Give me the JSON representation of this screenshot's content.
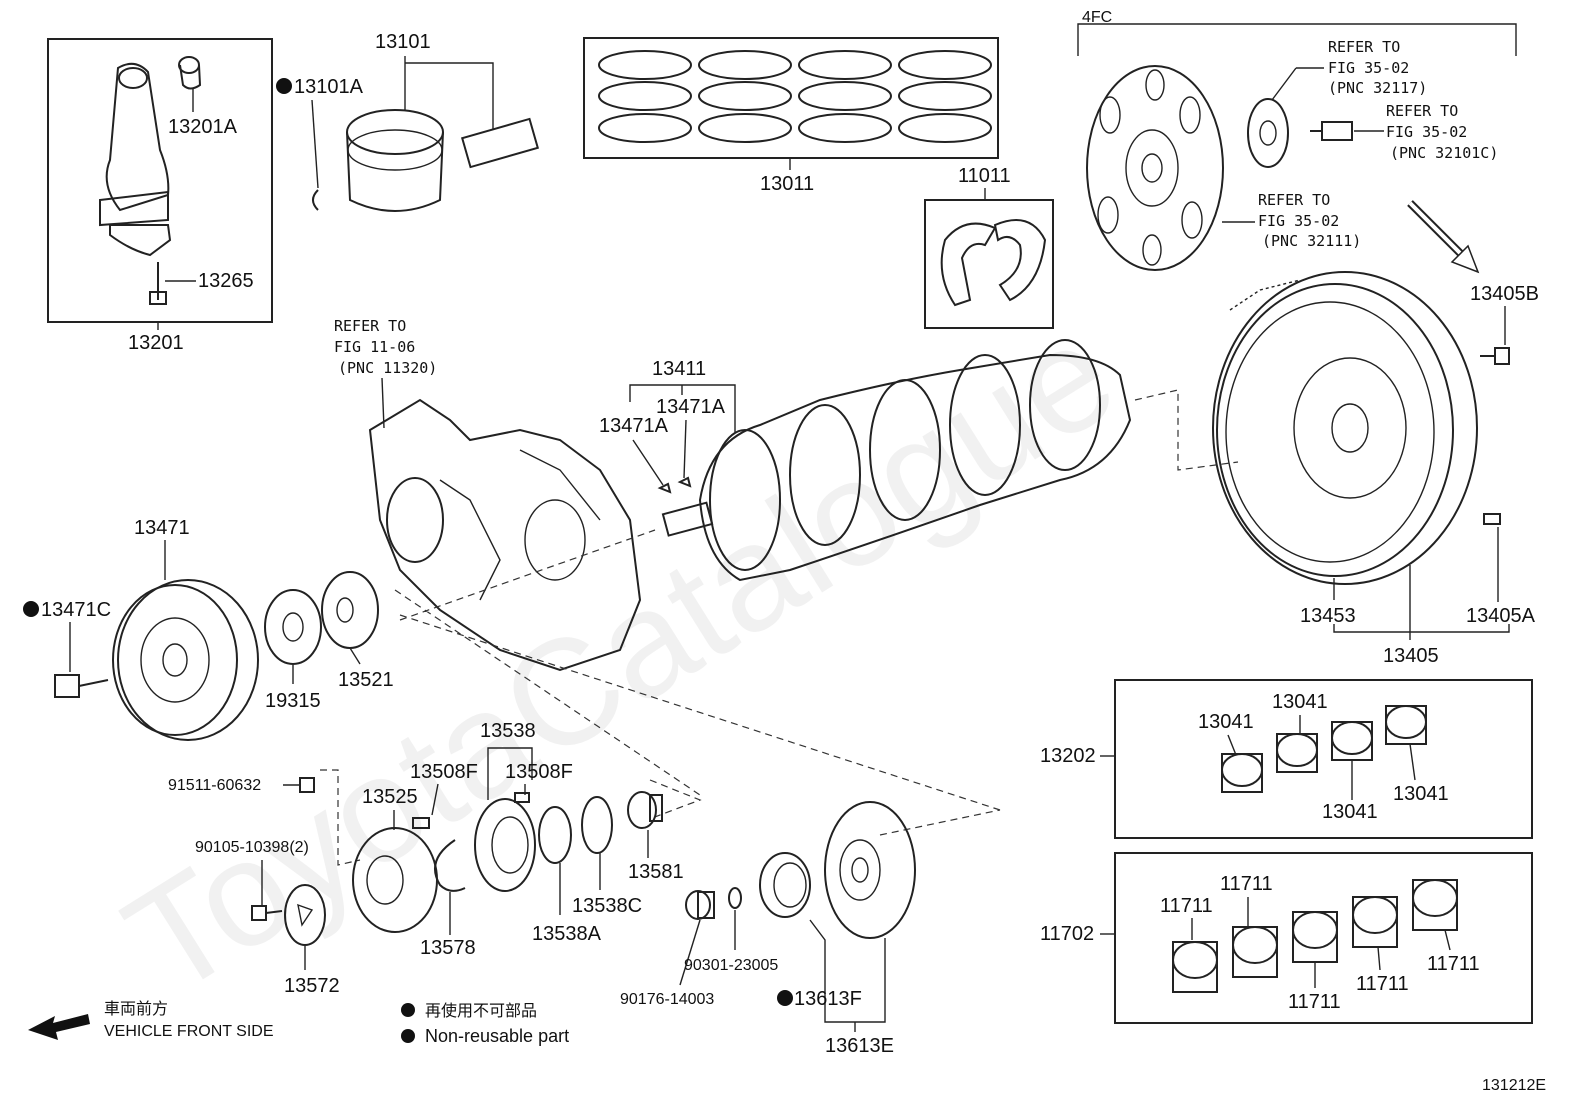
{
  "labels": {
    "p13101": "13101",
    "p13101A": "13101A",
    "p13201A": "13201A",
    "p13265": "13265",
    "p13201": "13201",
    "p13011": "13011",
    "p11011": "11011",
    "group_4fc": "4FC",
    "p13405B": "13405B",
    "p13411": "13411",
    "p13471A_1": "13471A",
    "p13471A_2": "13471A",
    "p13471": "13471",
    "p13471C": "13471C",
    "p19315": "19315",
    "p13521": "13521",
    "p13453": "13453",
    "p13405A": "13405A",
    "p13405": "13405",
    "p13538": "13538",
    "p13508F_1": "13508F",
    "p13508F_2": "13508F",
    "p91511": "91511-60632",
    "p13525": "13525",
    "p90105": "90105-10398(2)",
    "p13578": "13578",
    "p13538A": "13538A",
    "p13538C": "13538C",
    "p13581": "13581",
    "p13572": "13572",
    "p90301": "90301-23005",
    "p90176": "90176-14003",
    "p13613F": "13613F",
    "p13613E": "13613E",
    "p13202": "13202",
    "p13041_1": "13041",
    "p13041_2": "13041",
    "p13041_3": "13041",
    "p13041_4": "13041",
    "p11702": "11702",
    "p11711_1": "11711",
    "p11711_2": "11711",
    "p11711_3": "11711",
    "p11711_4": "11711",
    "p11711_5": "11711",
    "figure_code": "131212E"
  },
  "refs": {
    "r1": {
      "line1": "REFER TO",
      "line2": "FIG 35-02",
      "line3": "(PNC 32117)"
    },
    "r2": {
      "line1": "REFER TO",
      "line2": "FIG 35-02",
      "line3": "(PNC 32101C)"
    },
    "r3": {
      "line1": "REFER TO",
      "line2": "FIG 35-02",
      "line3": "(PNC 32111)"
    },
    "r4": {
      "line1": "REFER TO",
      "line2": "FIG 11-06",
      "line3": "(PNC 11320)"
    }
  },
  "legend": {
    "front_jp": "車両前方",
    "front_en": "VEHICLE FRONT SIDE",
    "nonreuse_jp": "再使用不可部品",
    "nonreuse_en": "Non-reusable part"
  },
  "watermark": "ToyotaCatalogue"
}
